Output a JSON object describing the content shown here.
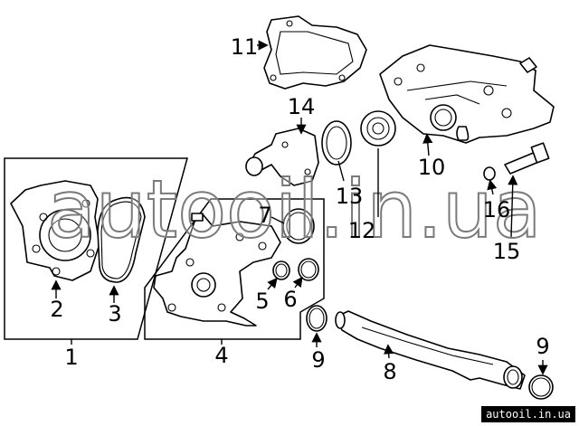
{
  "watermark": "autooil.in.ua",
  "watermark_badge": "autooil.in.ua",
  "callouts": {
    "c1": "1",
    "c2": "2",
    "c3": "3",
    "c4": "4",
    "c5": "5",
    "c6": "6",
    "c7": "7",
    "c8": "8",
    "c9a": "9",
    "c9b": "9",
    "c10": "10",
    "c11": "11",
    "c12": "12",
    "c13": "13",
    "c14": "14",
    "c15": "15",
    "c16": "16"
  }
}
